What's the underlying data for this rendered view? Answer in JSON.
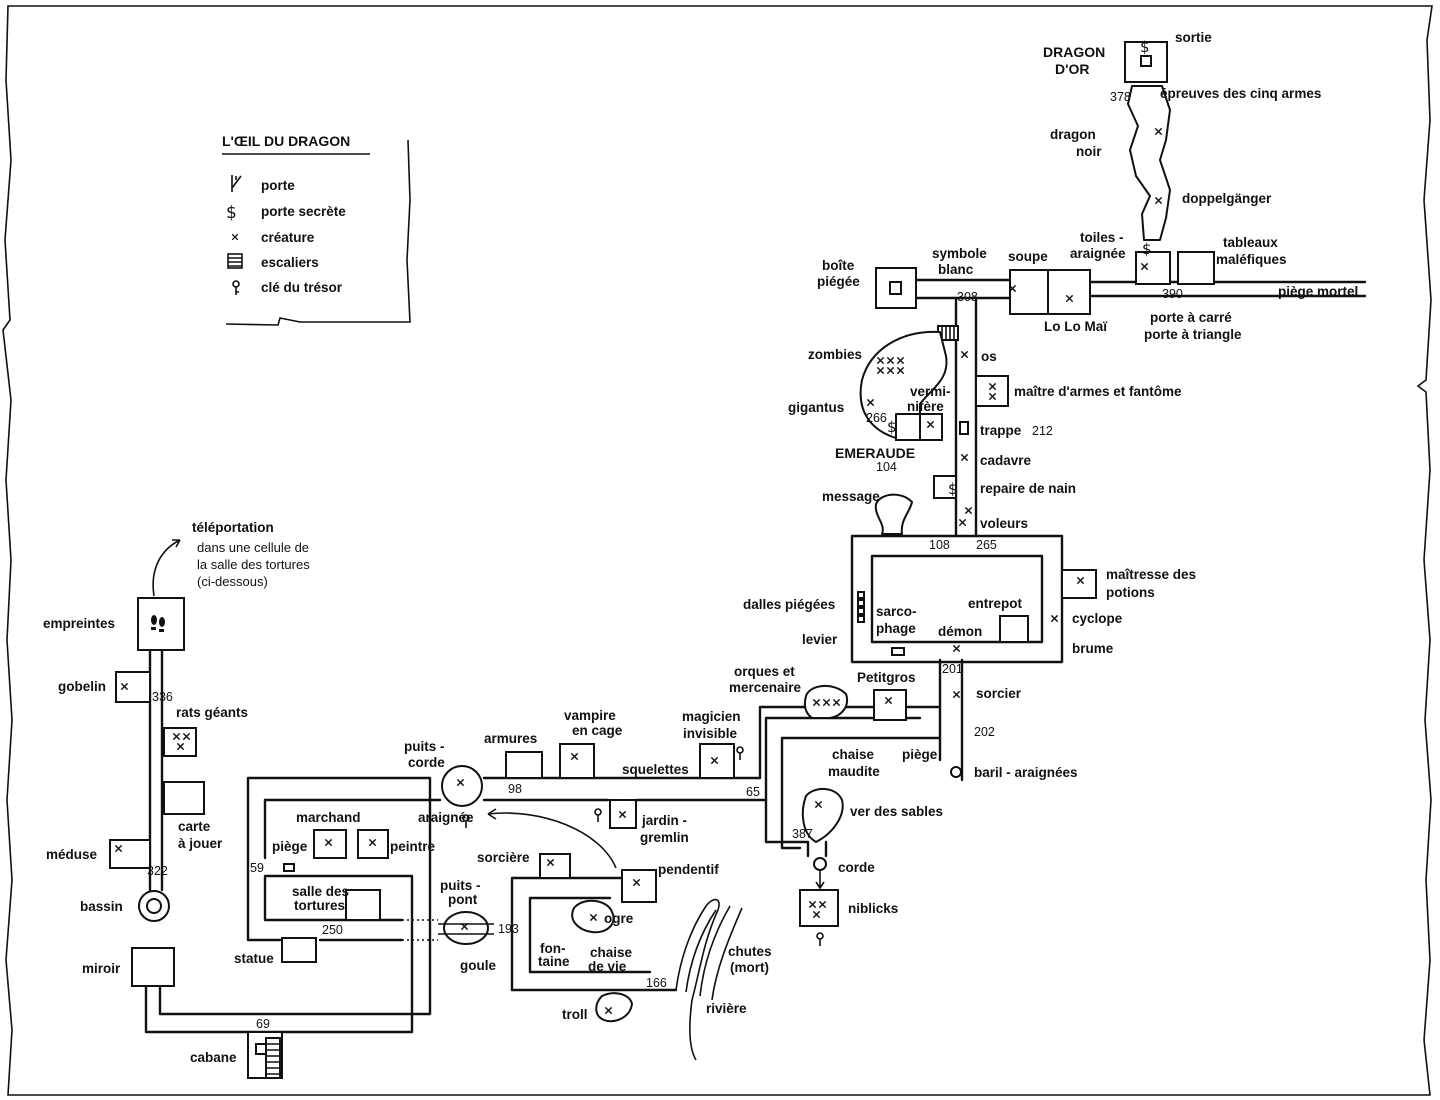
{
  "legend": {
    "title": "L'ŒIL DU DRAGON",
    "items": [
      {
        "icon": "door-icon",
        "label": "porte"
      },
      {
        "icon": "secret-door-icon",
        "label": "porte secrète"
      },
      {
        "icon": "creature-icon",
        "label": "créature"
      },
      {
        "icon": "stairs-icon",
        "label": "escaliers"
      },
      {
        "icon": "treasure-key-icon",
        "label": "clé du trésor"
      }
    ]
  },
  "labels": {
    "dragon_or_1": "DRAGON",
    "dragon_or_2": "D'OR",
    "sortie": "sortie",
    "epreuves": "épreuves des cinq armes",
    "dragon_noir_1": "dragon",
    "dragon_noir_2": "noir",
    "doppelganger": "doppelgänger",
    "toiles_1": "toiles -",
    "toiles_2": "araignée",
    "tableaux_1": "tableaux",
    "tableaux_2": "maléfiques",
    "piege_mortel": "piège mortel",
    "boite_1": "boîte",
    "boite_2": "piégée",
    "symbole_1": "symbole",
    "symbole_2": "blanc",
    "soupe": "soupe",
    "lolomai": "Lo Lo Maï",
    "carre": "porte à carré",
    "triangle": "porte à triangle",
    "zombies": "zombies",
    "os": "os",
    "maitre_armes": "maître d'armes et fantôme",
    "gigantus": "gigantus",
    "vermi_1": "vermi-",
    "vermi_2": "nifère",
    "trappe": "trappe",
    "emeraude": "EMERAUDE",
    "cadavre": "cadavre",
    "message": "message",
    "repaire": "repaire de nain",
    "voleurs": "voleurs",
    "maitresse_1": "maîtresse des",
    "maitresse_2": "potions",
    "dalles": "dalles piégées",
    "entrepot": "entrepot",
    "cyclope": "cyclope",
    "sarco_1": "sarco-",
    "sarco_2": "phage",
    "demon": "démon",
    "levier": "levier",
    "brume": "brume",
    "orques_1": "orques et",
    "orques_2": "mercenaire",
    "petitgros": "Petitgros",
    "sorcier": "sorcier",
    "magicien_1": "magicien",
    "magicien_2": "invisible",
    "vampire_1": "vampire",
    "vampire_2": "en cage",
    "armures": "armures",
    "chaise_maudite_1": "chaise",
    "chaise_maudite_2": "maudite",
    "piege_2": "piège",
    "puits_corde_1": "puits -",
    "puits_corde_2": "corde",
    "squelettes": "squelettes",
    "baril": "baril - araignées",
    "araignee": "araignée",
    "jardin_1": "jardin -",
    "jardin_2": "gremlin",
    "ver": "ver des sables",
    "marchand": "marchand",
    "piege_3": "piège",
    "peintre": "peintre",
    "sorciere": "sorcière",
    "pendentif": "pendentif",
    "corde": "corde",
    "salle_1": "salle des",
    "salle_2": "tortures",
    "puits_pont_1": "puits -",
    "puits_pont_2": "pont",
    "ogre": "ogre",
    "niblicks": "niblicks",
    "statue": "statue",
    "goule": "goule",
    "fontaine_1": "fon-",
    "fontaine_2": "taine",
    "chaise_vie_1": "chaise",
    "chaise_vie_2": "de vie",
    "chutes_1": "chutes",
    "chutes_2": "(mort)",
    "riviere": "rivière",
    "troll": "troll",
    "cabane": "cabane",
    "teleport": "téléportation",
    "teleport_n1": "dans une cellule de",
    "teleport_n2": "la salle des tortures",
    "teleport_n3": "(ci-dessous)",
    "empreintes": "empreintes",
    "gobelin": "gobelin",
    "rats": "rats géants",
    "carte_1": "carte",
    "carte_2": "à jouer",
    "meduse": "méduse",
    "bassin": "bassin",
    "miroir": "miroir"
  },
  "numbers": {
    "n378": "378",
    "n390": "390",
    "n308": "308",
    "n212": "212",
    "n266": "266",
    "n104": "104",
    "n108": "108",
    "n265": "265",
    "n201": "201",
    "n202": "202",
    "n65": "65",
    "n98": "98",
    "n387": "387",
    "n59": "59",
    "n250": "250",
    "n193": "193",
    "n166": "166",
    "n69": "69",
    "n336": "336",
    "n322": "322"
  }
}
